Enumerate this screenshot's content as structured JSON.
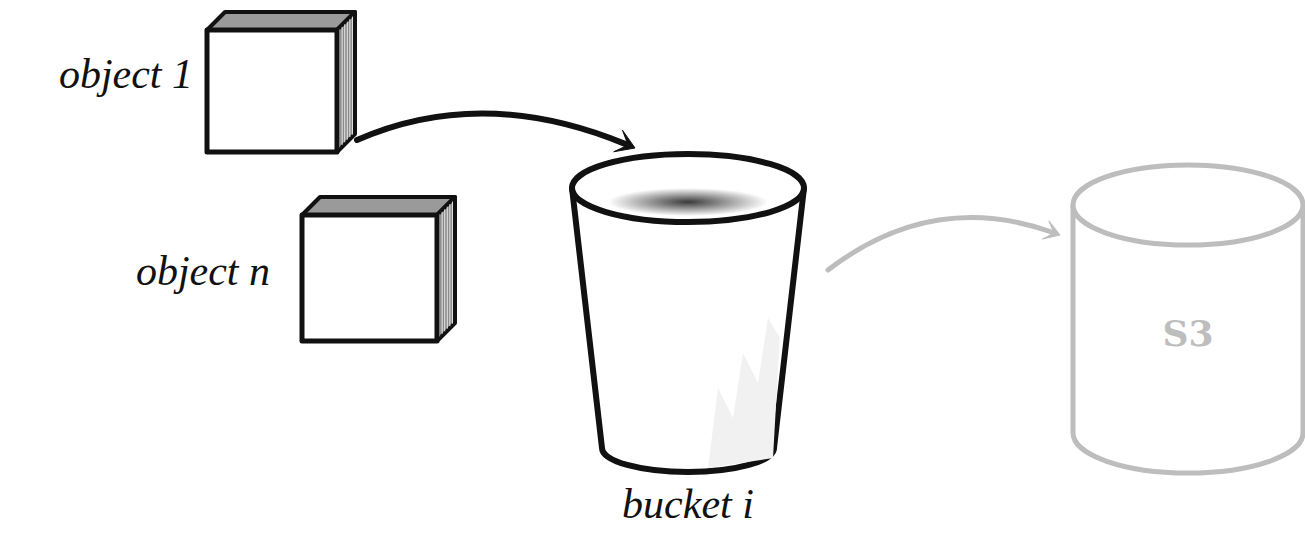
{
  "diagram": {
    "nodes": [
      {
        "text": [
          "object 1"
        ]
      },
      {
        "text": [
          "object n"
        ]
      },
      {
        "text": [
          "bucket i"
        ]
      },
      {
        "text": [
          "S3"
        ]
      }
    ],
    "edges": [
      {
        "from": 0,
        "to": 2,
        "arrow": "to"
      },
      {
        "from": 2,
        "to": 3,
        "arrow": "to"
      }
    ]
  }
}
